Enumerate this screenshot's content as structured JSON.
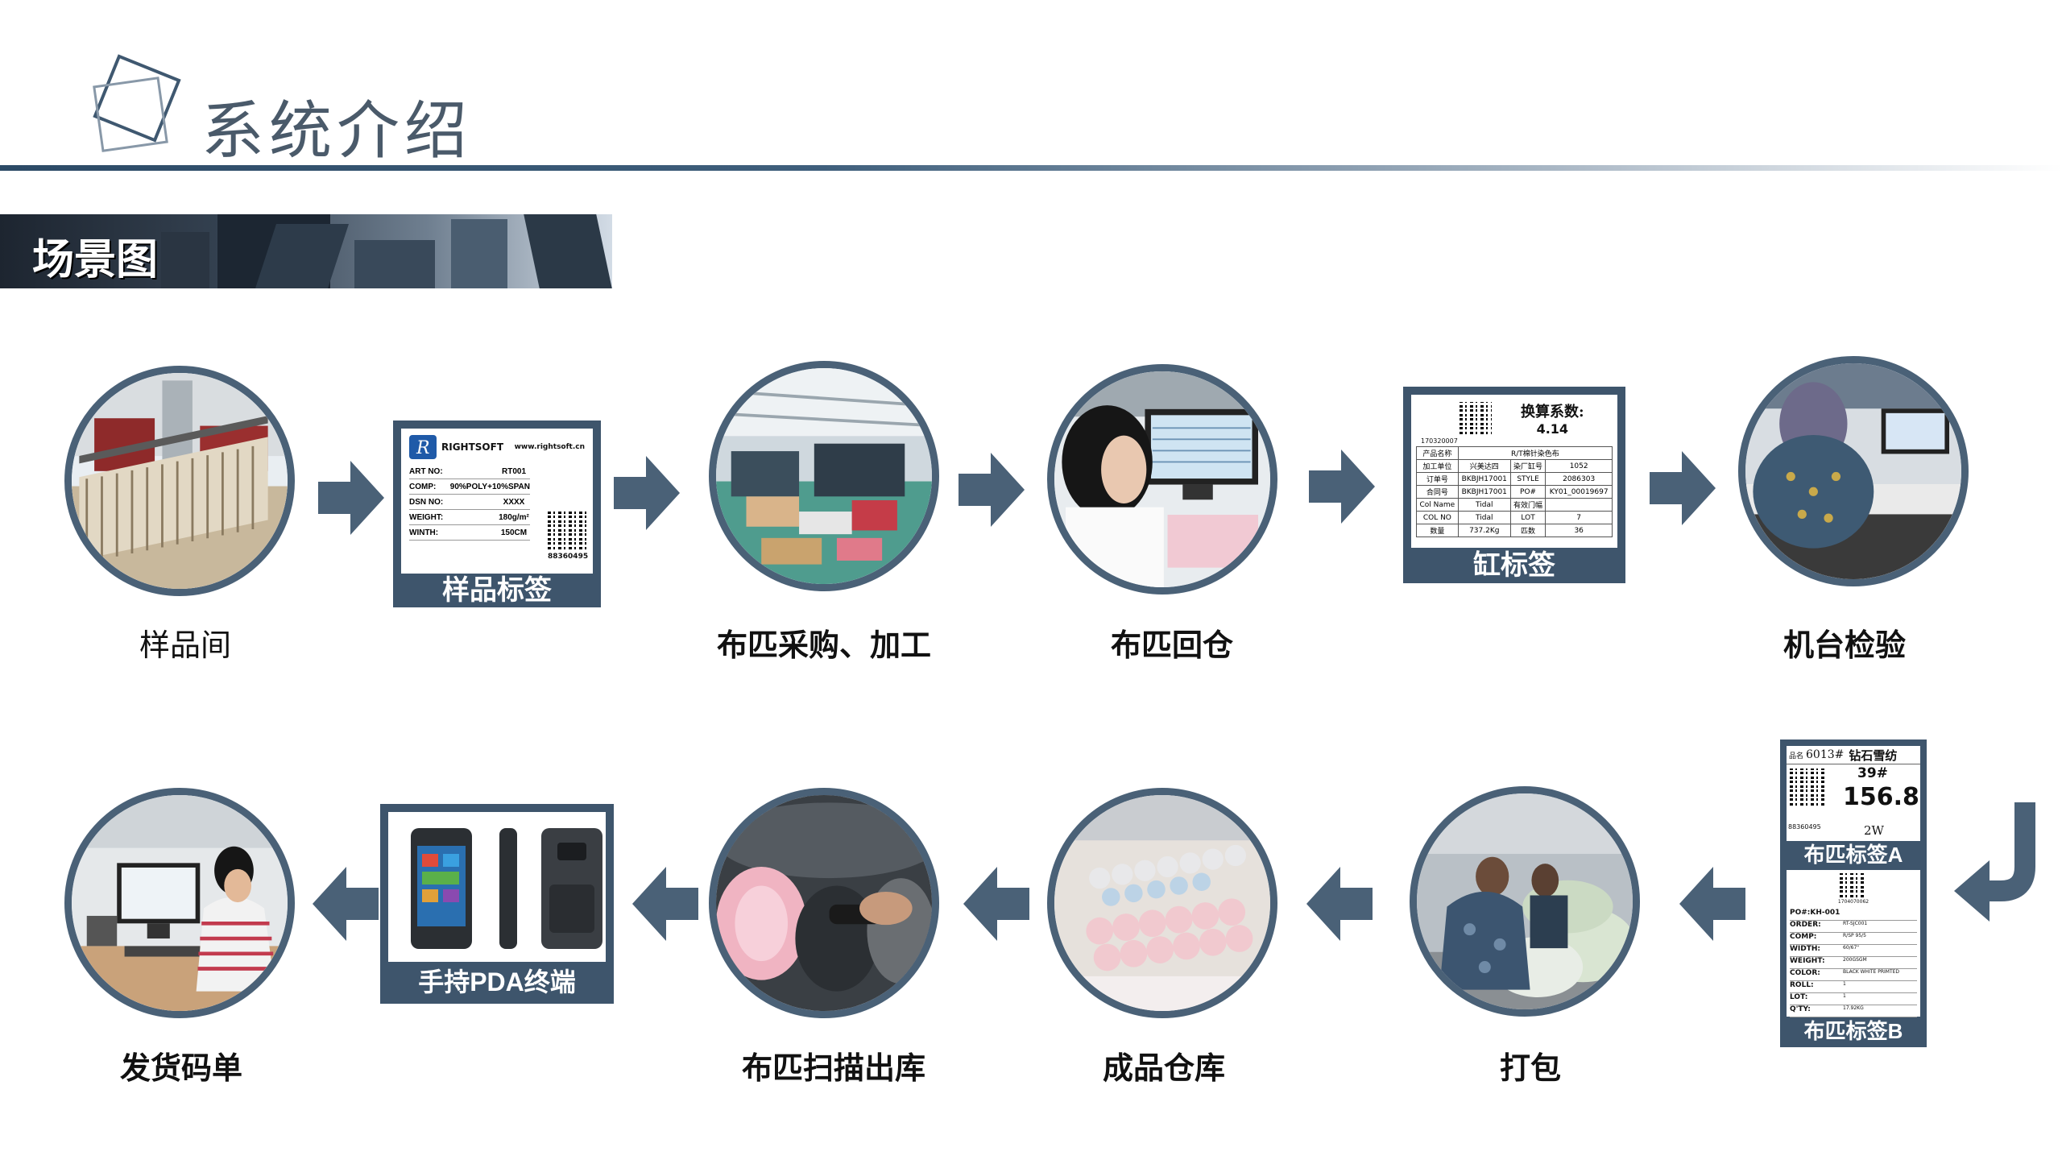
{
  "header": {
    "title": "系统介绍"
  },
  "section": {
    "label": "场景图"
  },
  "colors": {
    "accent": "#4a6177",
    "tag_bg": "#3e556c",
    "title": "#4a5a6a"
  },
  "flow": {
    "row1": [
      {
        "label": "样品间"
      },
      {
        "label": "样品标签"
      },
      {
        "label": "布匹采购、加工"
      },
      {
        "label": "布匹回仓"
      },
      {
        "label": "缸标签"
      },
      {
        "label": "机台检验"
      }
    ],
    "row2": [
      {
        "label": "发货码单"
      },
      {
        "label": "手持PDA终端"
      },
      {
        "label": "布匹扫描出库"
      },
      {
        "label": "成品仓库"
      },
      {
        "label": "打包"
      },
      {
        "label": "布匹标签A"
      },
      {
        "label": "布匹标签B"
      }
    ]
  },
  "sample_tag": {
    "brand": "RIGHTSOFT",
    "site": "www.rightsoft.cn",
    "rows": [
      {
        "k": "ART NO:",
        "v": "RT001"
      },
      {
        "k": "COMP:",
        "v": "90%POLY+10%SPAN"
      },
      {
        "k": "DSN NO:",
        "v": "XXXX"
      },
      {
        "k": "WEIGHT:",
        "v": "180g/m²"
      },
      {
        "k": "WINTH:",
        "v": "150CM"
      }
    ],
    "code": "88360495",
    "caption": "样品标签"
  },
  "vat_tag": {
    "head": "换算系数:",
    "value": "4.14",
    "code": "170320007",
    "rows": [
      [
        "产品名称",
        "R/T棉针染色布",
        "",
        ""
      ],
      [
        "加工单位",
        "兴美达四",
        "染厂缸号",
        "1052"
      ],
      [
        "订单号",
        "BKBJH17001",
        "STYLE",
        "2086303"
      ],
      [
        "合同号",
        "BKBJH17001",
        "PO#",
        "KY01_00019697"
      ],
      [
        "Col Name",
        "Tidal",
        "有效门幅",
        ""
      ],
      [
        "COL NO",
        "Tidal",
        "LOT",
        "7"
      ],
      [
        "数量",
        "737.2Kg",
        "匹数",
        "36"
      ]
    ],
    "caption": "缸标签"
  },
  "fabric_tag_a": {
    "name_label": "品名",
    "name": "6013#",
    "brand": "钻石雪纺",
    "num1": "39#",
    "num2": "156.8",
    "num3": "2W",
    "code": "88360495",
    "caption": "布匹标签A"
  },
  "fabric_tag_b": {
    "code": "1704070062",
    "rows": [
      {
        "k": "PO#:KH-001",
        "v": ""
      },
      {
        "k": "ORDER:",
        "v": "RT-SJC001"
      },
      {
        "k": "COMP:",
        "v": "R/SP 95/5"
      },
      {
        "k": "WIDTH:",
        "v": "60/67\""
      },
      {
        "k": "WEIGHT:",
        "v": "200GSGM"
      },
      {
        "k": "COLOR:",
        "v": "BLACK WHITE PRIMTED"
      },
      {
        "k": "ROLL:",
        "v": "1"
      },
      {
        "k": "LOT:",
        "v": "1"
      },
      {
        "k": "Q'TY:",
        "v": "17.92KG"
      }
    ],
    "caption": "布匹标签B"
  }
}
